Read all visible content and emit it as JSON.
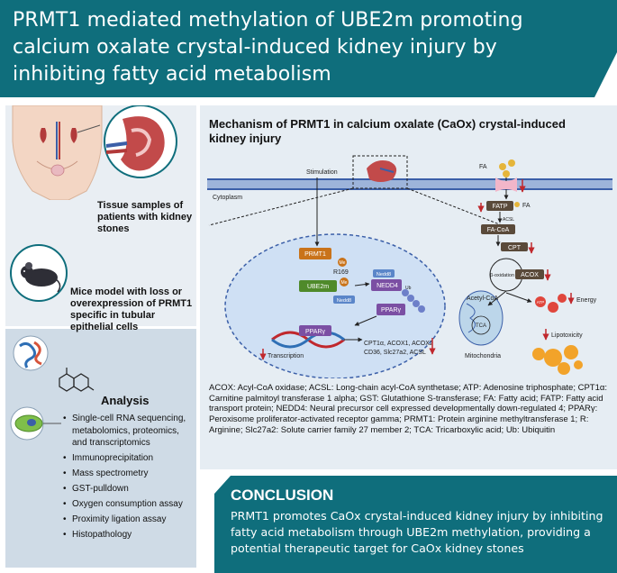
{
  "title": "PRMT1 mediated methylation of UBE2m promoting calcium oxalate crystal-induced kidney injury by inhibiting fatty acid metabolism",
  "left": {
    "tissue_label": "Tissue samples of patients with kidney stones",
    "mice_label": "Mice model with  loss or overexpression of PRMT1 specific in tubular epithelial cells"
  },
  "analysis": {
    "title": "Analysis",
    "items": [
      "Single-cell RNA sequencing, metabolomics, proteomics, and transcriptomics",
      "Immunoprecipitation",
      "Mass spectrometry",
      "GST-pulldown",
      "Oxygen consumption assay",
      "Proximity ligation assay",
      "Histopathology"
    ]
  },
  "mechanism": {
    "title": "Mechanism of PRMT1 in calcium oxalate (CaOx) crystal-induced kidney injury",
    "labels": {
      "stimulation": "Stimulation",
      "cytoplasm": "Cytoplasm",
      "prmt1": "PRMT1",
      "me1": "Me",
      "r169": "R169",
      "ube2m": "UBE2m",
      "me2": "Me",
      "nedd8_a": "Nedd8",
      "nedd8_b": "Nedd8",
      "nedd4": "NEDD4",
      "ub": "Ub",
      "ppar_box": "PPARγ",
      "ppar_dna": "PPARγ",
      "transcription": "Transcription",
      "targets_1": "CPT1α, ACOX1, ACOX2",
      "targets_2": "CD36, Slc27a2, ACSL",
      "fa": "FA",
      "fatp": "FATP",
      "fa2": "FA",
      "acsl": "ACSL",
      "fa_coa": "FA-CoA",
      "cpt": "CPT",
      "beta_ox": "β-oxidation",
      "acox": "ACOX",
      "acetyl_coa": "Acetyl-CoA",
      "tca": "TCA",
      "mitochondria": "Mitochondria",
      "atp": "ATP",
      "energy": "Energy",
      "lipotoxicity": "Lipotoxicity"
    }
  },
  "abbreviations": "ACOX: Acyl-CoA oxidase; ACSL: Long-chain acyl-CoA synthetase; ATP: Adenosine triphosphate; CPT1α: Carnitine palmitoyl transferase 1 alpha; GST: Glutathione S-transferase; FA: Fatty acid; FATP: Fatty acid transport protein; NEDD4: Neural precursor cell expressed developmentally down-regulated 4; PPARγ: Peroxisome proliferator-activated receptor gamma; PRMT1: Protein arginine methyltransferase 1; R: Arginine; Slc27a2: Solute carrier family 27 member 2; TCA: Tricarboxylic acid; Ub: Ubiquitin",
  "conclusion": {
    "heading": "CONCLUSION",
    "body": "PRMT1 promotes CaOx crystal-induced kidney injury by inhibiting fatty acid metabolism through UBE2m methylation, providing a potential therapeutic target for CaOx kidney stones"
  },
  "colors": {
    "teal": "#0f6e7c",
    "panel_light": "#e6edf3",
    "panel_blue": "#cfdbe6",
    "membrane": "#3b5fa8",
    "nucleus": "#cfe0f4",
    "arrow_red": "#c0282d",
    "prmt1_box": "#c9731a",
    "ube2m_box": "#4f8a2a",
    "ppar_box": "#7b4fa3"
  }
}
